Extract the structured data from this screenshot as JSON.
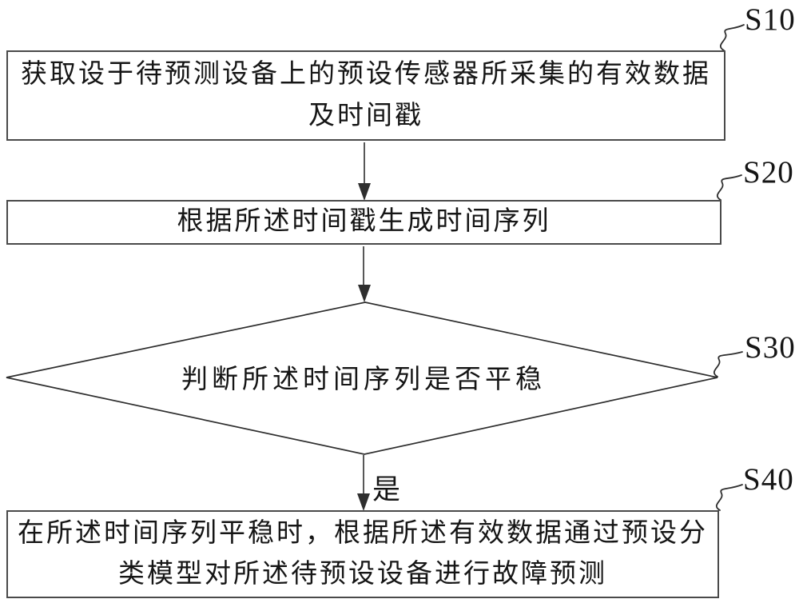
{
  "figure": {
    "type": "flowchart",
    "background": "#ffffff",
    "line_color": "#2e2e2e",
    "border_color": "#4a4a4a",
    "text_color": "#151515"
  },
  "steps": [
    {
      "id": "S10",
      "label": "S10",
      "shape": "rect",
      "lines": [
        "获取设于待预测设备上的预设传感器所采集的有效数据",
        "及时间戳"
      ]
    },
    {
      "id": "S20",
      "label": "S20",
      "shape": "rect",
      "lines": [
        "根据所述时间戳生成时间序列"
      ]
    },
    {
      "id": "S30",
      "label": "S30",
      "shape": "diamond",
      "lines": [
        "判断所述时间序列是否平稳"
      ]
    },
    {
      "id": "S40",
      "label": "S40",
      "shape": "rect",
      "lines": [
        "在所述时间序列平稳时，根据所述有效数据通过预设分",
        "类模型对所述待预设设备进行故障预测"
      ]
    }
  ],
  "edges": [
    {
      "from": "S10",
      "to": "S20",
      "label": ""
    },
    {
      "from": "S20",
      "to": "S30",
      "label": ""
    },
    {
      "from": "S30",
      "to": "S40",
      "label": "是"
    }
  ]
}
